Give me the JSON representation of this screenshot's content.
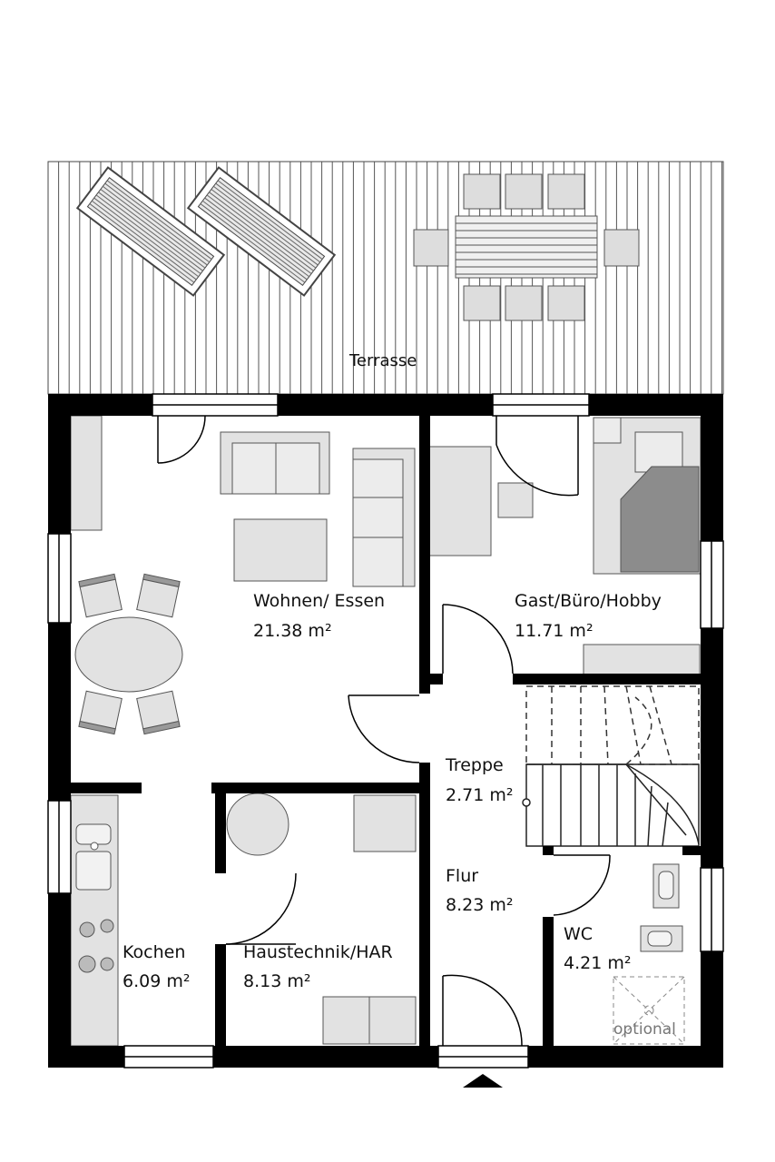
{
  "rooms": {
    "terrasse": {
      "name": "Terrasse"
    },
    "wohnen": {
      "name": "Wohnen/ Essen",
      "area": "21.38 m²"
    },
    "gast": {
      "name": "Gast/Büro/Hobby",
      "area": "11.71 m²"
    },
    "treppe": {
      "name": "Treppe",
      "area": "2.71 m²"
    },
    "flur": {
      "name": "Flur",
      "area": "8.23 m²"
    },
    "wc": {
      "name": "WC",
      "area": "4.21 m²"
    },
    "kochen": {
      "name": "Kochen",
      "area": "6.09 m²"
    },
    "haustechnik": {
      "name": "Haustechnik/HAR",
      "area": "8.13 m²"
    }
  },
  "annotations": {
    "optional": "optional"
  },
  "colors": {
    "wall": "#000000",
    "furniture": "#e2e2e2",
    "bed": "#8c8c8c",
    "outline": "#555555"
  }
}
